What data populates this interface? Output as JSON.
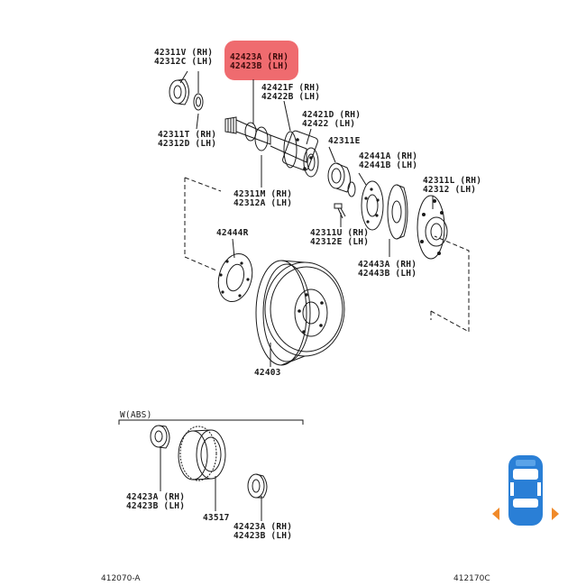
{
  "labels": {
    "p42311V": [
      "42311V (RH)",
      "42312C (LH)"
    ],
    "p42423A_top": [
      "42423A (RH)",
      "42423B (LH)"
    ],
    "p42421F": [
      "42421F (RH)",
      "42422B (LH)"
    ],
    "p42421D": [
      "42421D (RH)",
      "42422 (LH)"
    ],
    "p42311T": [
      "42311T (RH)",
      "42312D (LH)"
    ],
    "p42311E": [
      "42311E"
    ],
    "p42441A": [
      "42441A (RH)",
      "42441B (LH)"
    ],
    "p42311L": [
      "42311L (RH)",
      "42312 (LH)"
    ],
    "p42311M": [
      "42311M (RH)",
      "42312A (LH)"
    ],
    "p42444R": [
      "42444R"
    ],
    "p42311U": [
      "42311U (RH)",
      "42312E (LH)"
    ],
    "p42443A": [
      "42443A (RH)",
      "42443B (LH)"
    ],
    "p42403": [
      "42403"
    ],
    "wabs": [
      "W(ABS)"
    ],
    "p42423A_l": [
      "42423A (RH)",
      "42423B (LH)"
    ],
    "p43517": [
      "43517"
    ],
    "p42423A_r": [
      "42423A (RH)",
      "42423B (LH)"
    ]
  },
  "footer": {
    "left": "412070-A",
    "right": "412170C"
  },
  "colors": {
    "highlight": "#ef6b6f",
    "car_body": "#2a7fd6",
    "car_marker": "#f08a2a",
    "ink": "#1a1a1a"
  },
  "icons": {
    "car": "car-topview-icon"
  }
}
